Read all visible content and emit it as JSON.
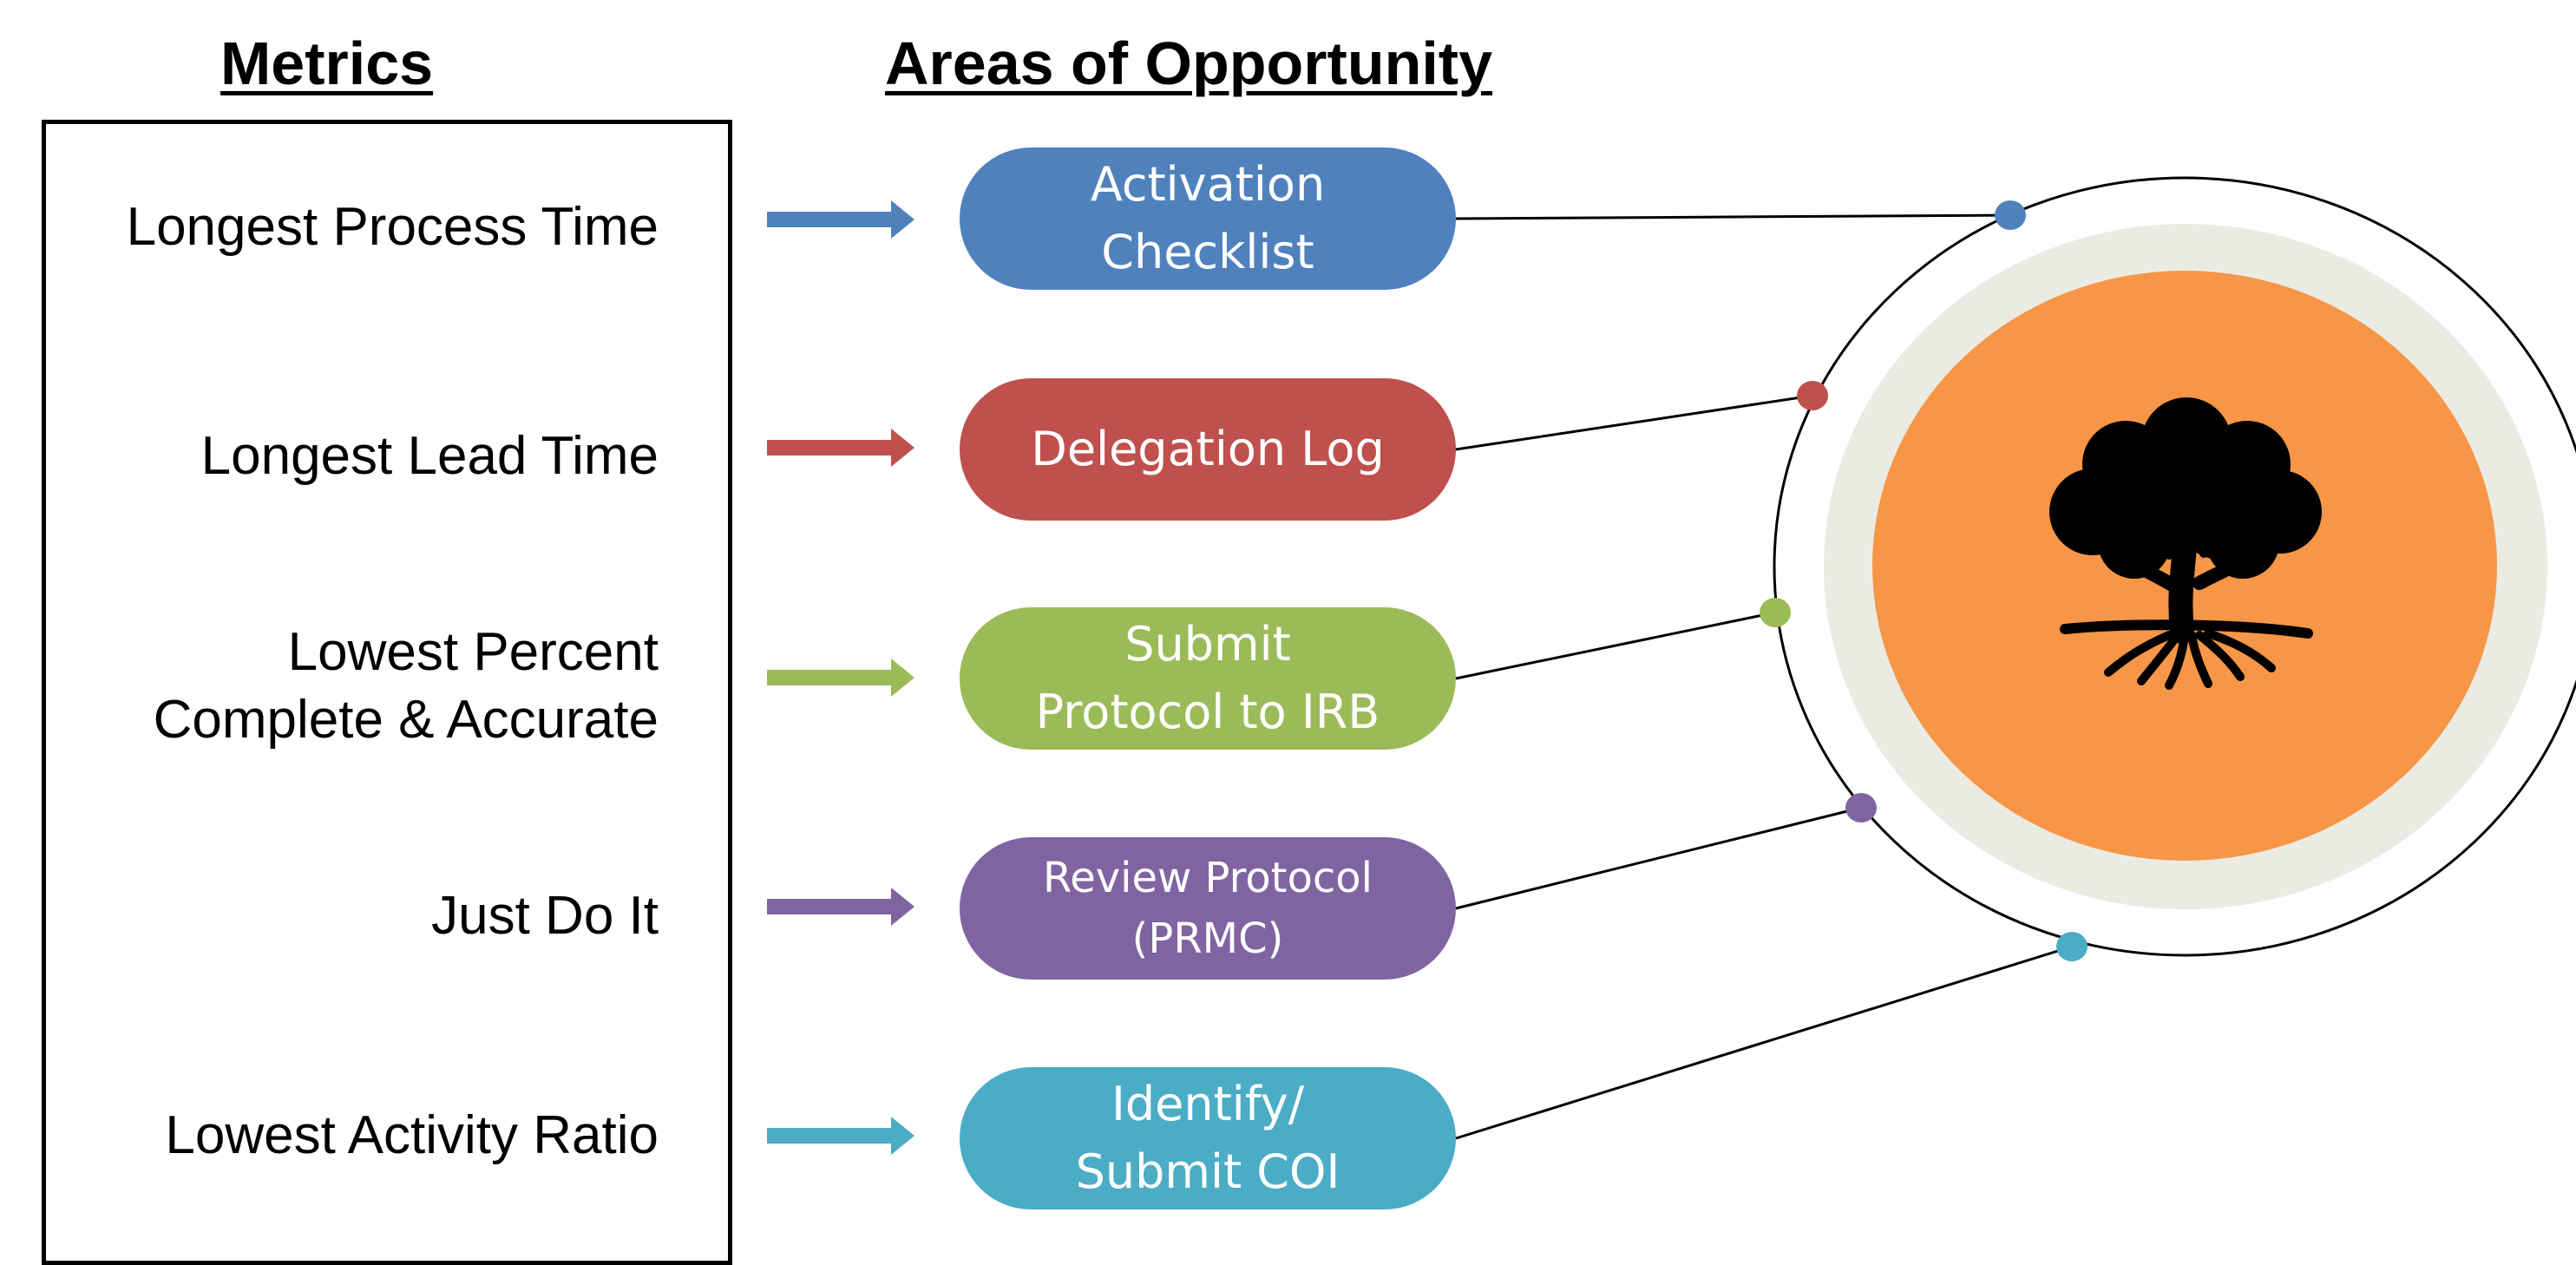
{
  "headings": {
    "metrics": "Metrics",
    "areas": "Areas of Opportunity"
  },
  "rows": [
    {
      "metric": "Longest Process Time",
      "area": "Activation\nChecklist",
      "color": "#4f81bd"
    },
    {
      "metric": "Longest Lead Time",
      "area": "Delegation Log",
      "color": "#c0504d"
    },
    {
      "metric": "Lowest Percent\nComplete & Accurate",
      "area": "Submit\nProtocol to IRB",
      "color": "#9bbb59"
    },
    {
      "metric": "Just Do It",
      "area": "Review Protocol\n(PRMC)",
      "color": "#8064a2"
    },
    {
      "metric": "Lowest Activity Ratio",
      "area": "Identify/\nSubmit COI",
      "color": "#4bacc6"
    }
  ],
  "hub": {
    "icon": "tree-with-roots-icon",
    "fill_color": "#f79646",
    "ring_color": "#ecebe3"
  }
}
